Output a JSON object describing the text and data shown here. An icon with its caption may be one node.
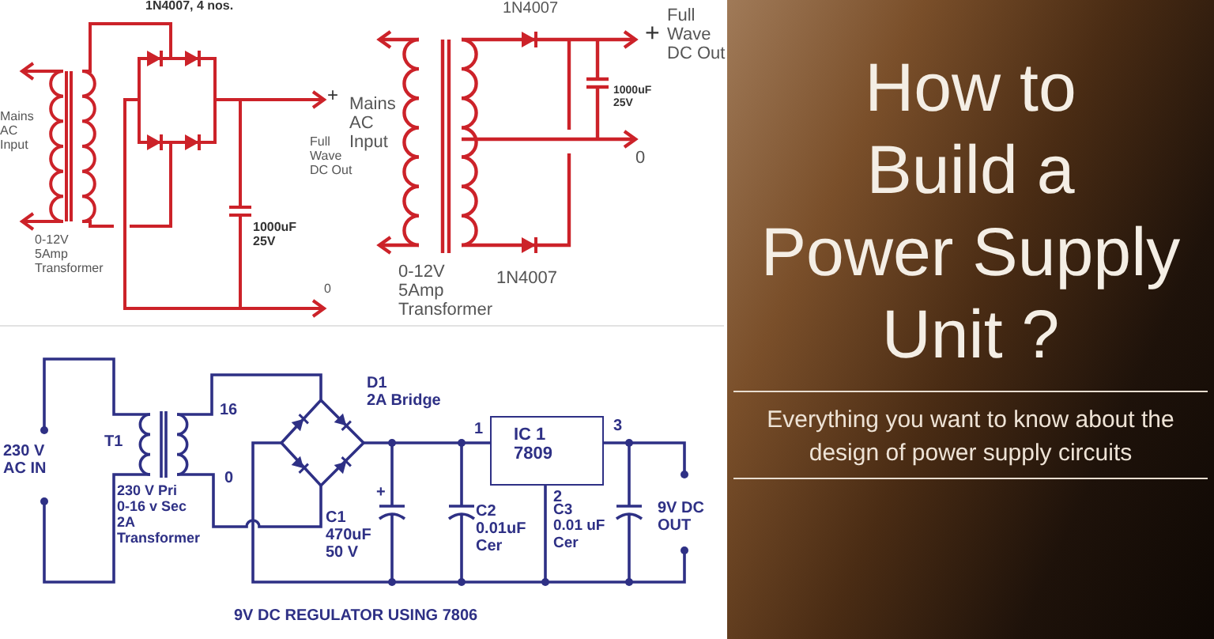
{
  "diagram": {
    "title": "How to Build a Power Supply Unit ?",
    "caption": "Everything you want to know about the design of power supply circuits",
    "nodes": [
      {
        "text": [
          "IC 1 7809"
        ]
      }
    ],
    "labels": [
      "1N4007, 4 nos.",
      "Mains AC Input",
      "0-12V 5Amp Transformer",
      "+",
      "Full Wave DC Out",
      "1000uF 25V",
      "0",
      "Mains AC Input",
      "1N4007",
      "+",
      "Full Wave DC Out",
      "1000uF 25V",
      "0",
      "0-12V 5Amp Transformer",
      "1N4007",
      "230 V AC IN",
      "T1",
      "16",
      "0",
      "230 V Pri 0-16 v Sec 2A Transformer",
      "D1 2A Bridge",
      "+",
      "C1 470uF 50 V",
      "1",
      "3",
      "2",
      "C2 0.01uF Cer",
      "C3 0.01 uF Cer",
      "9V DC OUT",
      "9V DC REGULATOR USING 7806"
    ]
  }
}
